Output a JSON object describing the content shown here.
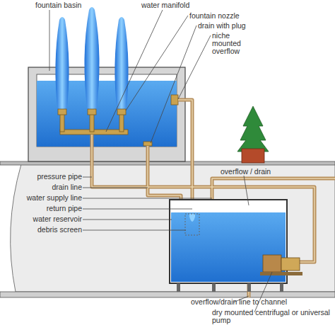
{
  "diagram": {
    "labels": [
      "fountain basin",
      "water manifold",
      "fountain nozzle",
      "drain with plug",
      "niche mounted overflow",
      "pressure pipe",
      "drain line",
      "water supply line",
      "return pipe",
      "water reservoir",
      "debris screen",
      "overflow / drain",
      "overflow/drain line to channel",
      "dry mounted centrifugal or universal pump"
    ]
  }
}
